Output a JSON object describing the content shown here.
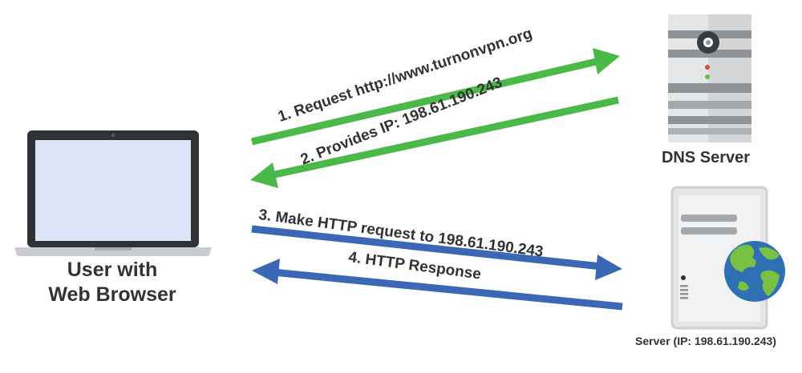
{
  "nodes": {
    "user": {
      "line1": "User with",
      "line2": "Web Browser"
    },
    "dns_server": {
      "label": "DNS Server"
    },
    "web_server": {
      "label": "Server (IP: 198.61.190.243)"
    }
  },
  "steps": [
    {
      "text": "1. Request http://www.turnonvpn.org",
      "direction": "to-dns"
    },
    {
      "text": "2. Provides IP: 198.61.190.243",
      "direction": "to-user"
    },
    {
      "text": "3. Make HTTP request to 198.61.190.243",
      "direction": "to-server"
    },
    {
      "text": "4. HTTP Response",
      "direction": "to-user"
    }
  ],
  "colors": {
    "green_arrow": "#4bb84a",
    "blue_arrow": "#3a68b5",
    "text": "#333333",
    "laptop_frame": "#2f3336",
    "laptop_screen": "#dce5f7",
    "laptop_base": "#c9ccd1",
    "server_light": "#e5e6e7",
    "server_dark": "#8f9396",
    "globe_ocean": "#2f6fb3",
    "globe_land": "#79c043"
  }
}
